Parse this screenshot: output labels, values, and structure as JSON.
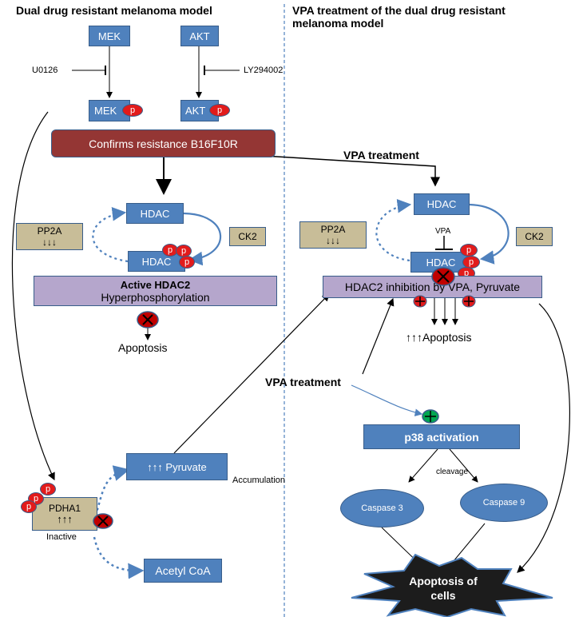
{
  "titles": {
    "left": "Dual drug resistant  melanoma model",
    "right_line1": "VPA treatment of the dual drug resistant",
    "right_line2": "melanoma model"
  },
  "left": {
    "mek": "MEK",
    "akt": "AKT",
    "u0126": "U0126",
    "ly294002": "LY294002",
    "mek_p": "MEK",
    "akt_p": "AKT",
    "p": "p",
    "resistance_box": "Confirms resistance B16F10R",
    "hdac_top": "HDAC",
    "hdac_bottom": "HDAC",
    "pp2a": "PP2A",
    "down_arrows": "↓↓↓",
    "ck2": "CK2",
    "active_hdac2": "Active HDAC2",
    "hyperphos": "Hyperphosphorylation",
    "apoptosis": "Apoptosis",
    "pyruvate": "↑↑↑ Pyruvate",
    "accumulation": "Accumulation",
    "pdha1": "PDHA1",
    "up_arrows": "↑↑↑",
    "inactive": "Inactive",
    "acetyl_coa": "Acetyl CoA"
  },
  "right": {
    "vpa_treatment_top": "VPA treatment",
    "hdac_top": "HDAC",
    "pp2a": "PP2A",
    "down_arrows": "↓↓↓",
    "ck2": "CK2",
    "vpa": "VPA",
    "hdac_bottom": "HDAC",
    "hdac2_inhibition": "HDAC2 inhibition by VPA, Pyruvate",
    "apoptosis_up": "↑↑↑Apoptosis",
    "vpa_treatment_mid": "VPA treatment",
    "p38": "p38 activation",
    "cleavage": "cleavage",
    "caspase3": "Caspase 3",
    "caspase9": "Caspase 9",
    "apoptosis_cells_1": "Apoptosis of",
    "apoptosis_cells_2": "cells"
  },
  "colors": {
    "box_blue": "#4f81bd",
    "box_tan": "#c8bd98",
    "box_violet": "#b5a6cc",
    "resistance_red": "#943634",
    "phospho_red": "#e21b1b",
    "plus_green": "#00a651"
  }
}
